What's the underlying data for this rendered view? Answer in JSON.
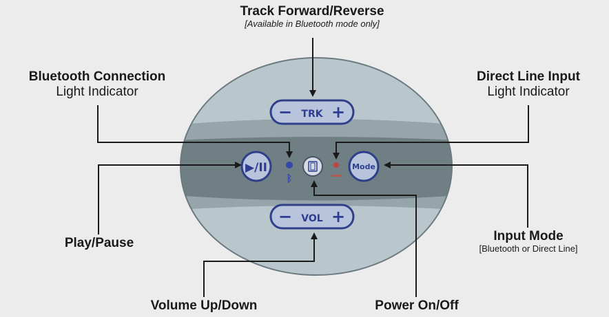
{
  "labels": {
    "track": {
      "title": "Track Forward/Reverse",
      "note": "[Available in Bluetooth mode only]"
    },
    "bluetooth_light": {
      "title": "Bluetooth Connection",
      "sub": "Light Indicator"
    },
    "direct_light": {
      "title": "Direct Line Input",
      "sub": "Light Indicator"
    },
    "play_pause": {
      "title": "Play/Pause"
    },
    "input_mode": {
      "title": "Input Mode",
      "note": "[Bluetooth or Direct Line]"
    },
    "volume": {
      "title": "Volume Up/Down"
    },
    "power": {
      "title": "Power On/Off"
    }
  },
  "device": {
    "trk": {
      "minus": "−",
      "text": "TRK",
      "plus": "+"
    },
    "vol": {
      "minus": "−",
      "text": "VOL",
      "plus": "+"
    },
    "mode_button": "Mode",
    "play_symbol": "▶/II",
    "bluetooth_symbol": "ᛒ"
  },
  "colors": {
    "background": "#ececec",
    "device_body": "#7f8f94",
    "device_light": "#b9c7cc",
    "device_mid": "#6f7f84",
    "button_fill": "#b8c4dc",
    "button_stroke": "#2f3f8a",
    "button_text": "#2e3d8f",
    "bluetooth_light": "#3347a8",
    "direct_light": "#c0443f",
    "leader_line": "#1a1a1a"
  }
}
